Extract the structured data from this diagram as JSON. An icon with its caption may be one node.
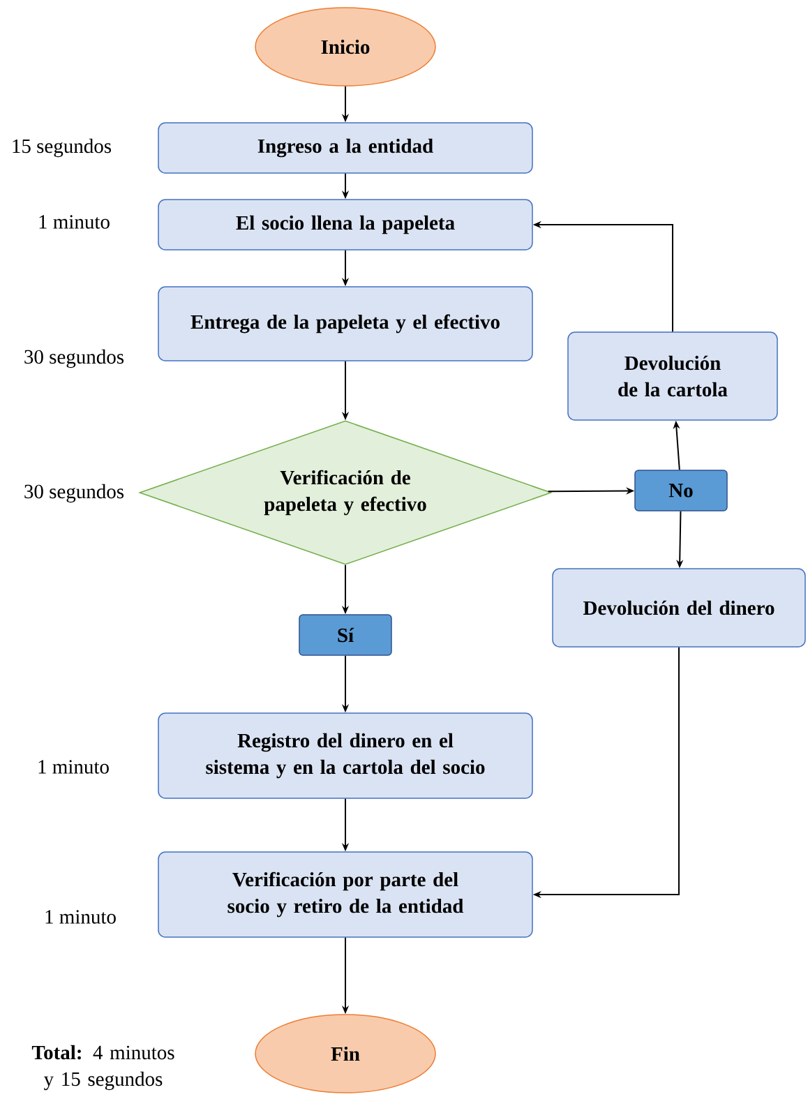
{
  "diagram": {
    "nodes": [
      {
        "text": [
          "Inicio"
        ]
      },
      {
        "text": [
          "Ingreso a la entidad"
        ],
        "beside": [
          "15 segundos"
        ]
      },
      {
        "text": [
          "El socio llena la papeleta"
        ],
        "beside": [
          "1 minuto"
        ]
      },
      {
        "text": [
          "Entrega de la papeleta y el efectivo"
        ],
        "beside": [
          "30 segundos"
        ]
      },
      {
        "text": [
          "Verificación de papeleta y efectivo"
        ],
        "beside": [
          "30 segundos"
        ]
      },
      {
        "text": [
          "Devolución de la cartola"
        ]
      },
      {
        "text": [
          "No"
        ]
      },
      {
        "text": [
          "Devolución del dinero"
        ]
      },
      {
        "text": [
          "Sí"
        ]
      },
      {
        "text": [
          "Registro del dinero en el sistema y en la cartola del socio"
        ],
        "beside": [
          "1 minuto"
        ]
      },
      {
        "text": [
          "Verificación por parte del socio y retiro de la entidad"
        ],
        "beside": [
          "1 minuto"
        ]
      },
      {
        "text": [
          "Fin"
        ]
      }
    ],
    "edges": [
      {
        "from": 0,
        "to": 1,
        "arrow": "to"
      },
      {
        "from": 1,
        "to": 2,
        "arrow": "to"
      },
      {
        "from": 2,
        "to": 3,
        "arrow": "to"
      },
      {
        "from": 3,
        "to": 4,
        "arrow": "to"
      },
      {
        "from": 4,
        "to": 6,
        "arrow": "to"
      },
      {
        "from": 6,
        "to": 5,
        "arrow": "to"
      },
      {
        "from": 5,
        "to": 2,
        "arrow": "to"
      },
      {
        "from": 6,
        "to": 7,
        "arrow": "to"
      },
      {
        "from": 4,
        "to": 8,
        "arrow": "to"
      },
      {
        "from": 8,
        "to": 9,
        "arrow": "to"
      },
      {
        "from": 9,
        "to": 10,
        "arrow": "to"
      },
      {
        "from": 7,
        "to": 10,
        "arrow": "to"
      },
      {
        "from": 10,
        "to": 11,
        "arrow": "to"
      }
    ],
    "labels": [
      "**Total:** 4 minutos y 15 segundos"
    ]
  }
}
